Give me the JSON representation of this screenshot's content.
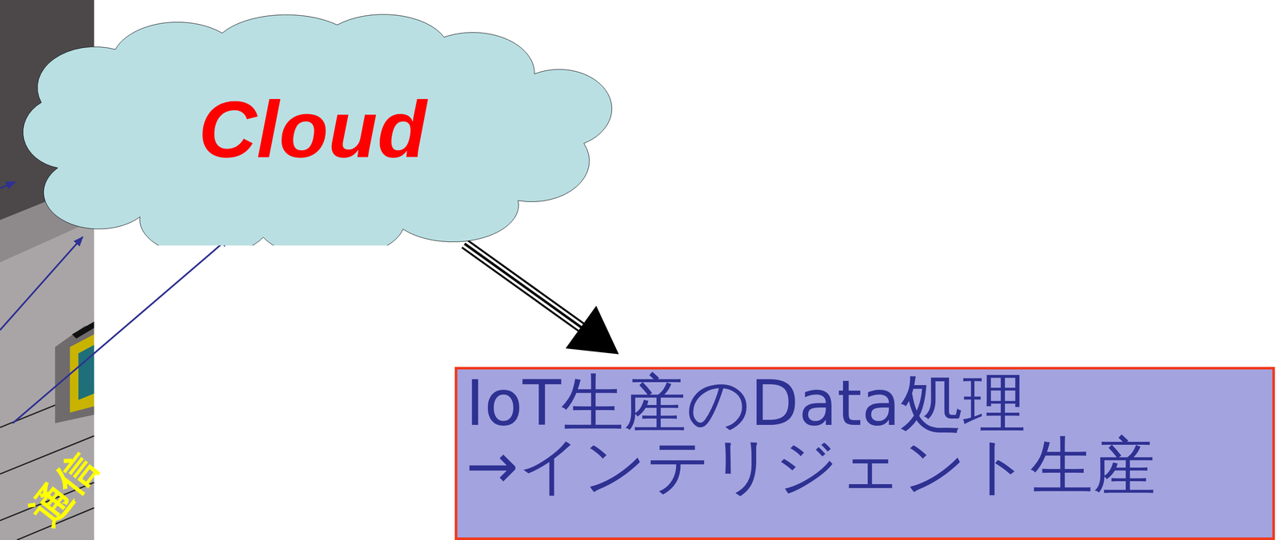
{
  "diagram": {
    "nodes": [
      {
        "text": [
          "Cloud"
        ]
      },
      {
        "text": [
          "IoT生産のData処理",
          "→インテリジェント生産"
        ]
      }
    ],
    "edges": [
      {
        "from": 0,
        "to": 1,
        "arrow": "to"
      }
    ],
    "labels": [
      "通信"
    ]
  }
}
